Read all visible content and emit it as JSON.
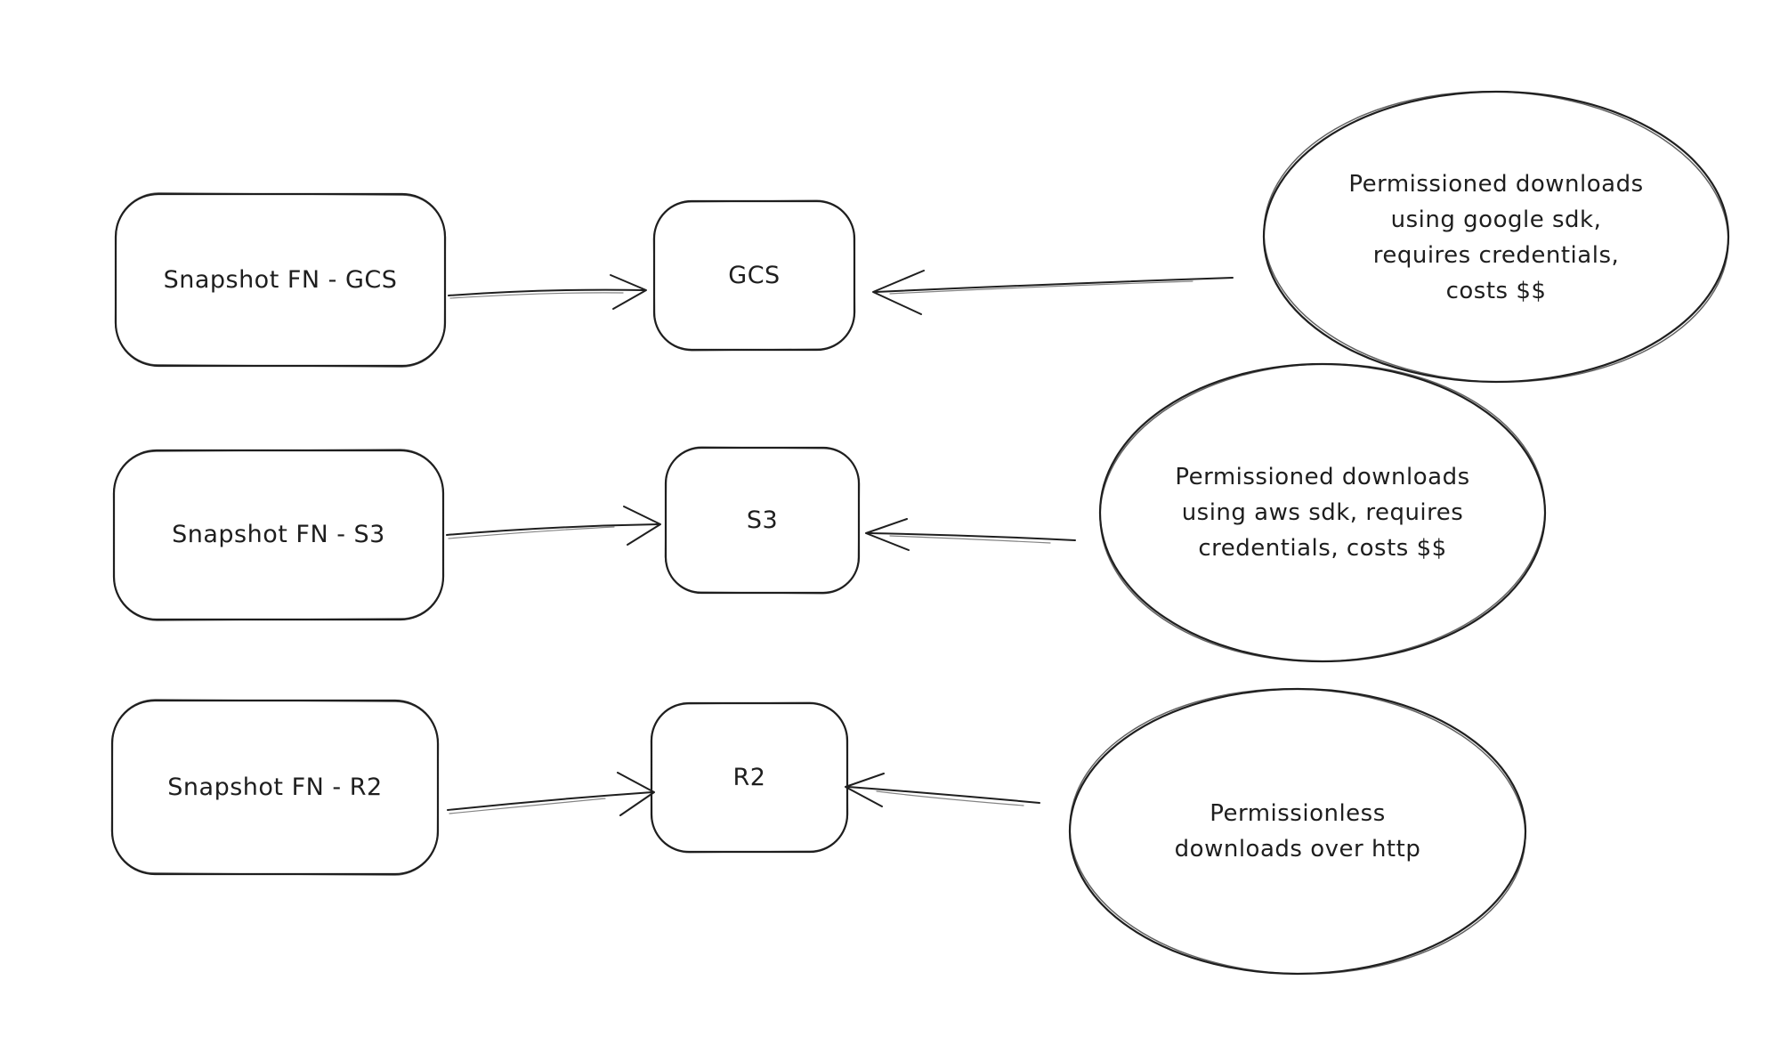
{
  "diagram": {
    "background": "#ffffff",
    "ink": "#1f1f1f",
    "rows": [
      {
        "source": "Snapshot FN - GCS",
        "target": "GCS",
        "note_lines": [
          "Permissioned downloads",
          "using google sdk,",
          "requires credentials,",
          "costs $$"
        ]
      },
      {
        "source": "Snapshot FN - S3",
        "target": "S3",
        "note_lines": [
          "Permissioned downloads",
          "using aws sdk, requires",
          "credentials, costs $$"
        ]
      },
      {
        "source": "Snapshot FN - R2",
        "target": "R2",
        "note_lines": [
          "Permissionless",
          "downloads over http"
        ]
      }
    ]
  }
}
